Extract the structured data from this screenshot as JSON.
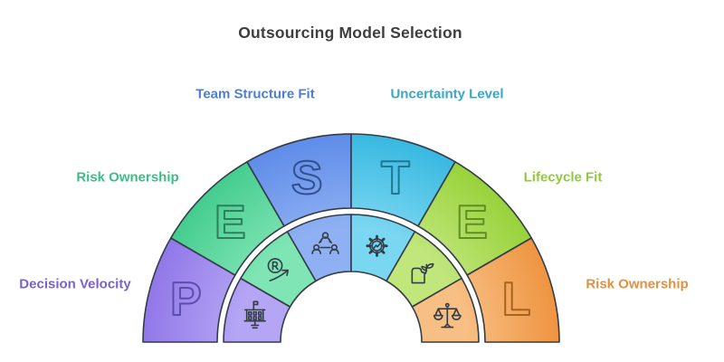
{
  "title": "Outsourcing Model Selection",
  "title_color": "#3e3e3e",
  "background_color": "#ffffff",
  "diagram": {
    "type": "semicircular-pestel-arc",
    "stroke_color": "#333c47",
    "icon_stroke_color": "#333c47",
    "segments": [
      {
        "letter": "P",
        "letter_color": "#5a4fae",
        "label": "Decision Velocity",
        "label_color": "#7a5fd6",
        "color": "#9177e8",
        "color_light": "#b4a5f5",
        "icon": "government-building-icon"
      },
      {
        "letter": "E",
        "letter_color": "#2e7d5b",
        "label": "Risk Ownership",
        "label_color": "#3bbd86",
        "color": "#45cc8e",
        "color_light": "#7fe5b4",
        "icon": "circled-r-growth-arrow-icon"
      },
      {
        "letter": "S",
        "letter_color": "#2f4f8f",
        "label": "Team Structure Fit",
        "label_color": "#4a7fd6",
        "color": "#5e8ce8",
        "color_light": "#8fb0f3",
        "icon": "people-network-icon"
      },
      {
        "letter": "T",
        "letter_color": "#1f7795",
        "label": "Uncertainty Level",
        "label_color": "#36a6cc",
        "color": "#38b8e0",
        "color_light": "#7ad7f2",
        "icon": "gear-trend-icon"
      },
      {
        "letter": "E",
        "letter_color": "#5f8f25",
        "label": "Lifecycle Fit",
        "label_color": "#92c83e",
        "color": "#98d23a",
        "color_light": "#c0e67c",
        "icon": "plant-growth-icon"
      },
      {
        "letter": "L",
        "letter_color": "#a8641f",
        "label": "Risk Ownership",
        "label_color": "#e4913e",
        "color": "#ee9440",
        "color_light": "#f8bf84",
        "icon": "balance-scale-icon"
      }
    ]
  }
}
